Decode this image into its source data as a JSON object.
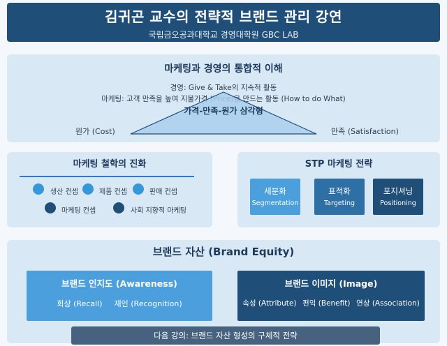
{
  "header": {
    "title": "김귀곤 교수의 전략적 브랜드 관리 강연",
    "subtitle": "국립금오공과대학교 경영대학원 GBC LAB"
  },
  "integration": {
    "title": "마케팅과 경영의 통합적 이해",
    "line1": "경영: Give & Take의 지속적 활동",
    "line2": "마케팅: 고객 만족을 높여 지불가격 (Price)을 만드는 활동 (How to do What)",
    "triangle_label": "가격-만족-원가 삼각형",
    "cost_label": "원가 (Cost)",
    "satisfaction_label": "만족 (Satisfaction)"
  },
  "philosophy": {
    "title": "마케팅 철학의 진화",
    "items": [
      {
        "label": "생산 컨셉"
      },
      {
        "label": "제품 컨셉"
      },
      {
        "label": "판매 컨셉"
      },
      {
        "label": "마케팅 컨셉"
      },
      {
        "label": "사회 지향적 마케팅"
      }
    ]
  },
  "stp": {
    "title": "STP 마케팅 전략",
    "boxes": [
      {
        "ko": "세분화",
        "en": "Segmentation"
      },
      {
        "ko": "표적화",
        "en": "Targeting"
      },
      {
        "ko": "포지셔닝",
        "en": "Positioning"
      }
    ]
  },
  "equity": {
    "title": "브랜드 자산 (Brand Equity)",
    "awareness": {
      "title": "브랜드 인지도 (Awareness)",
      "items": [
        "회상 (Recall)",
        "재인 (Recognition)"
      ]
    },
    "image": {
      "title": "브랜드 이미지 (Image)",
      "items": [
        "속성 (Attribute)",
        "편익 (Benefit)",
        "연상 (Association)"
      ]
    }
  },
  "next_lecture": "다음 강의: 브랜드 자산 형성의 구체적 전략",
  "colors": {
    "header": "#1f4e79",
    "panel": "#d9e8f5",
    "accent_light": "#3498db",
    "accent_dark": "#1f4e79",
    "triangle_fill": "#a9cfee"
  }
}
